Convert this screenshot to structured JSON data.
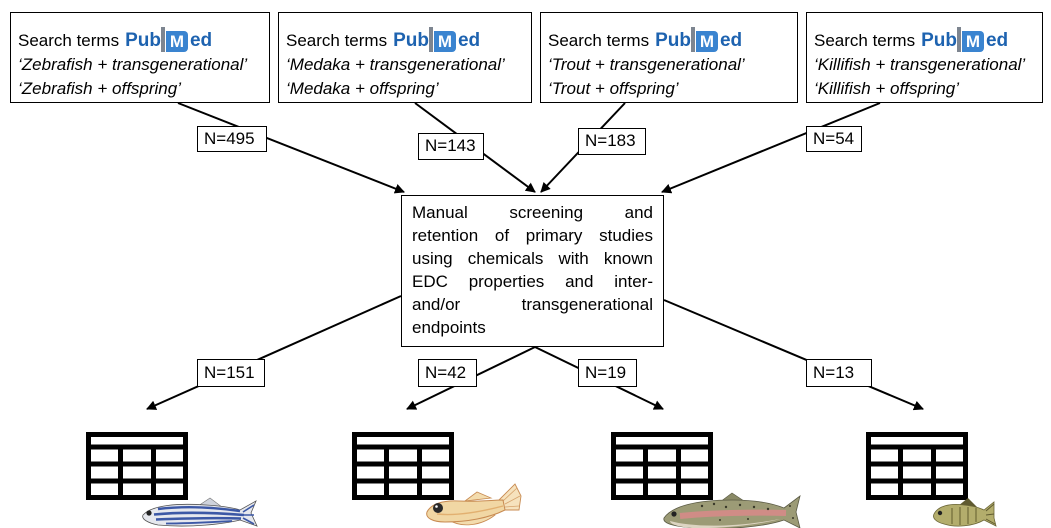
{
  "search_boxes": [
    {
      "label": "Search terms",
      "terms": [
        "‘Zebrafish + transgenerational’",
        "‘Zebrafish + offspring’"
      ]
    },
    {
      "label": "Search terms",
      "terms": [
        "‘Medaka + transgenerational’",
        "‘Medaka + offspring’"
      ]
    },
    {
      "label": "Search terms",
      "terms": [
        "‘Trout + transgenerational’",
        "‘Trout + offspring’"
      ]
    },
    {
      "label": "Search terms",
      "terms": [
        "‘Killifish + transgenerational’",
        "‘Killifish + offspring’"
      ]
    }
  ],
  "logo": {
    "prefix": "Pub",
    "mark": "M",
    "suffix": "ed"
  },
  "screening_step": {
    "lines": [
      "Manual screening and",
      "retention of primary studies",
      "using chemicals with known",
      "EDC properties and inter-",
      "and/or transgenerational",
      "endpoints"
    ]
  },
  "search_counts": [
    "N=495",
    "N=143",
    "N=183",
    "N=54"
  ],
  "retained_counts": [
    "N=151",
    "N=42",
    "N=19",
    "N=13"
  ],
  "output_icons": [
    "table-icon",
    "table-icon",
    "table-icon",
    "table-icon"
  ],
  "species_illustrations": [
    "zebrafish",
    "medaka",
    "trout",
    "killifish"
  ],
  "colors": {
    "logo_text": "#1e63b0",
    "logo_mark": "#3a84d0",
    "line": "#000000",
    "zebrafish_stripe": "#3c58a6"
  }
}
